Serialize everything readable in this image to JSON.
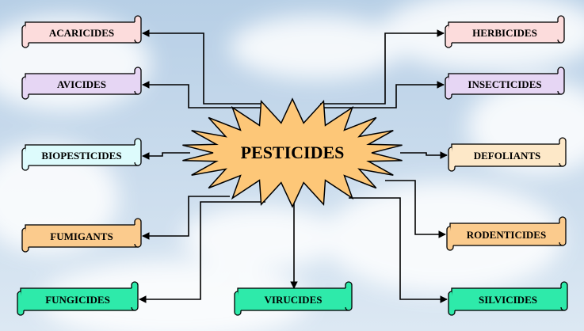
{
  "center": {
    "label": "PESTICIDES",
    "fill": "#FDC778"
  },
  "categories": [
    {
      "id": "acaricides",
      "label": "ACARICIDES",
      "fill": "#FCDCDC"
    },
    {
      "id": "avicides",
      "label": "AVICIDES",
      "fill": "#E6D6F4"
    },
    {
      "id": "biopesticides",
      "label": "BIOPESTICIDES",
      "fill": "#DDFBFC"
    },
    {
      "id": "fumigants",
      "label": "FUMIGANTS",
      "fill": "#FBCB8D"
    },
    {
      "id": "fungicides",
      "label": "FUNGICIDES",
      "fill": "#2EEAAA"
    },
    {
      "id": "virucides",
      "label": "VIRUCIDES",
      "fill": "#2EEAAA"
    },
    {
      "id": "herbicides",
      "label": "HERBICIDES",
      "fill": "#FCDCDC"
    },
    {
      "id": "insecticides",
      "label": "INSECTICIDES",
      "fill": "#E6D6F4"
    },
    {
      "id": "defoliants",
      "label": "DEFOLIANTS",
      "fill": "#FDE8C8"
    },
    {
      "id": "rodenticides",
      "label": "RODENTICIDES",
      "fill": "#FBCB8D"
    },
    {
      "id": "silvicides",
      "label": "SILVICIDES",
      "fill": "#2EEAAA"
    }
  ],
  "colors": {
    "sky_top": "#B7CFE6",
    "sky_bottom": "#DCE8F3",
    "cloud": "#FFFFFF",
    "connector": "#000000"
  }
}
